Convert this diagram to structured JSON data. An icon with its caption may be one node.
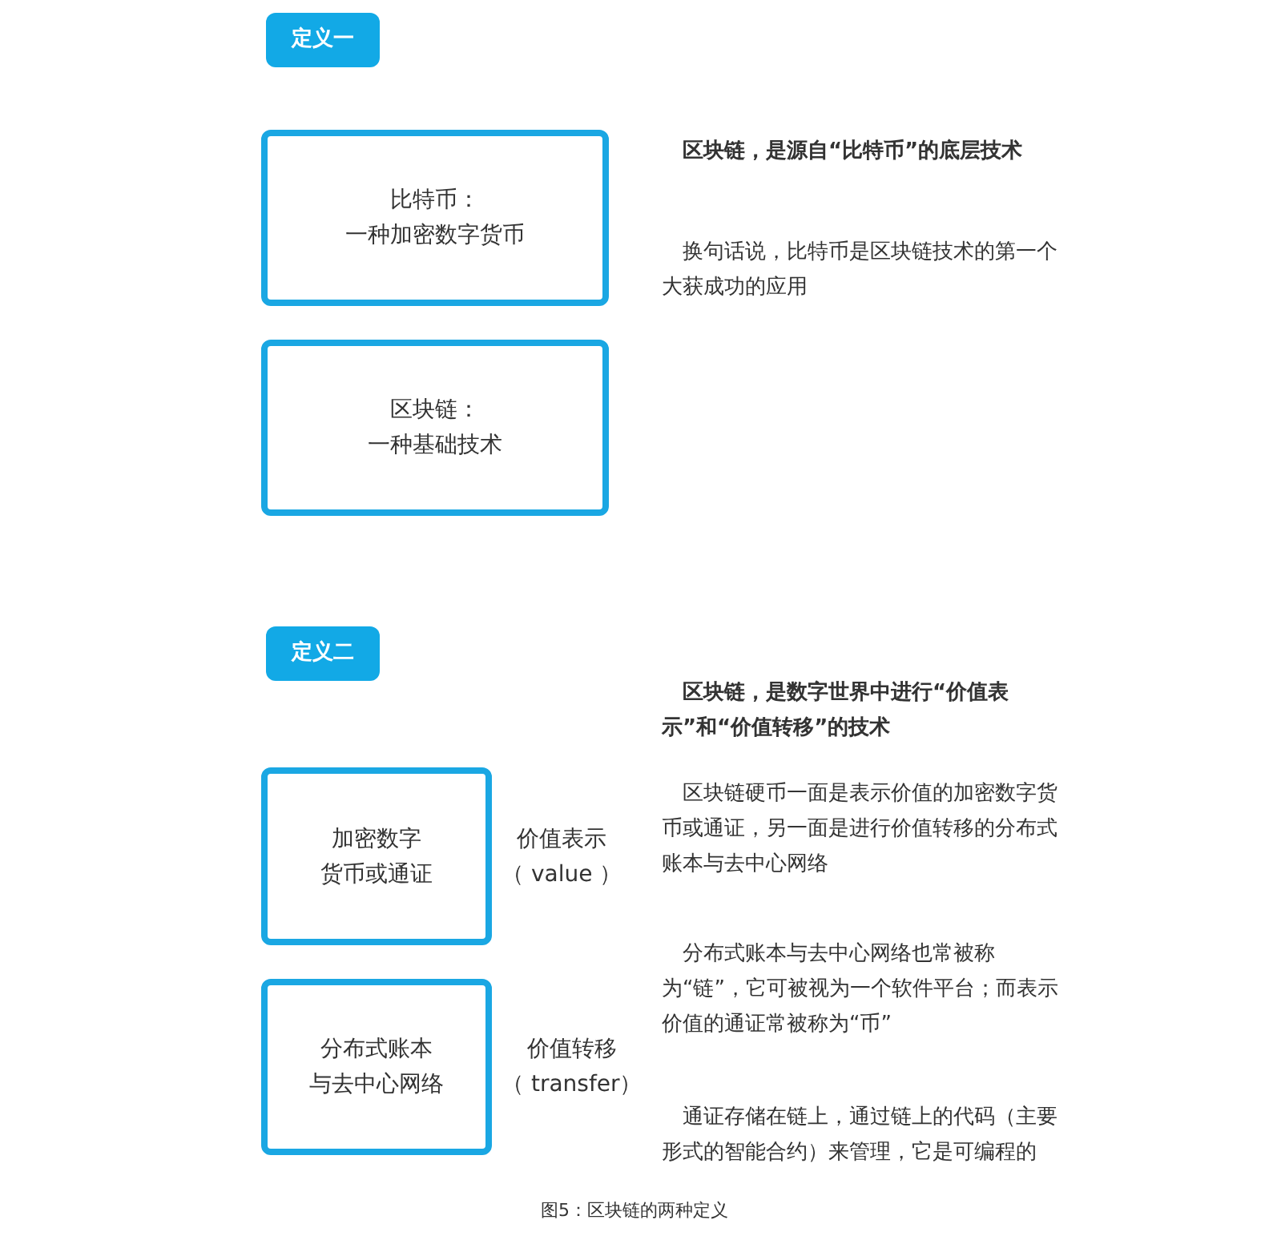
{
  "diagram": {
    "caption": "图5：区块链的两种定义",
    "nodes": [
      {
        "text": [
          "定义一"
        ]
      },
      {
        "text": [
          "比特币：",
          "一种加密数字货币"
        ]
      },
      {
        "text": [
          "区块链：",
          "一种基础技术"
        ]
      },
      {
        "text": [
          "定义二"
        ]
      },
      {
        "text": [
          "加密数字",
          "货币或通证"
        ],
        "beside": [
          "价值表示",
          "（ value ）"
        ]
      },
      {
        "text": [
          "分布式账本",
          "与去中心网络"
        ],
        "beside": [
          "价值转移",
          "（ transfer）"
        ]
      }
    ],
    "labels": [
      "区块链，是源自“比特币”的底层技术",
      "换句话说，比特币是区块链技术的第一个大获成功的应用",
      "区块链，是数字世界中进行“价值表示”和“价值转移”的技术",
      "区块链硬币一面是表示价值的加密数字货币或通证，另一面是进行价值转移的分布式账本与去中心网络",
      "分布式账本与去中心网络也常被称为“链”，它可被视为一个软件平台；而表示价值的通证常被称为“币”",
      "通证存储在链上，通过链上的代码（主要形式的智能合约）来管理，它是可编程的"
    ]
  }
}
